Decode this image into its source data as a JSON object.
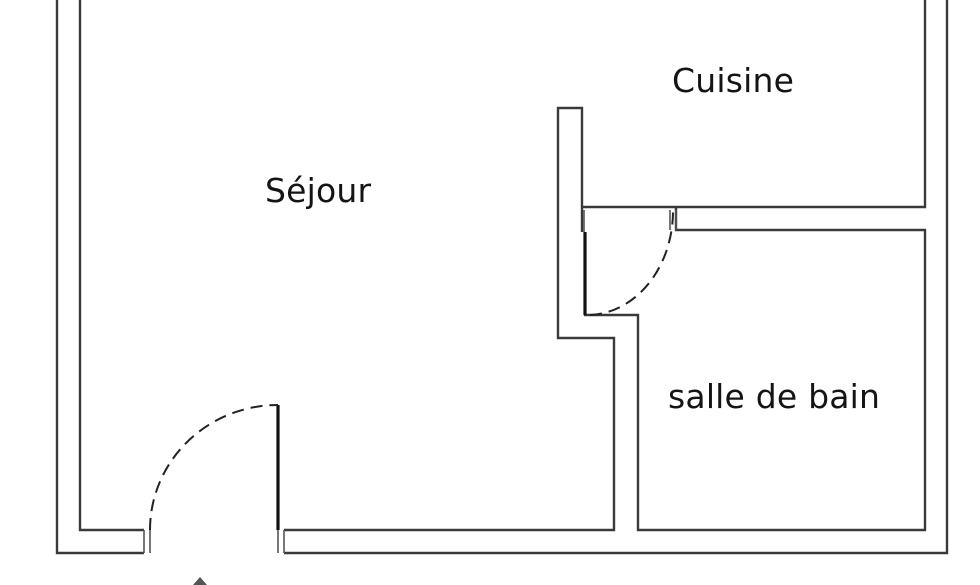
{
  "plan": {
    "type": "floor-plan",
    "colors": {
      "wall": "#3a3a3a",
      "door_leaf": "#111111",
      "background": "#ffffff",
      "text": "#141414"
    }
  },
  "rooms": [
    {
      "id": "sejour",
      "label": "Séjour"
    },
    {
      "id": "cuisine",
      "label": "Cuisine"
    },
    {
      "id": "salle_de_bain",
      "label": "salle de bain"
    }
  ],
  "doors": [
    {
      "id": "entrance",
      "between": [
        "outside",
        "Séjour"
      ],
      "swing": "dashed-arc"
    },
    {
      "id": "bathroom",
      "between": [
        "Cuisine",
        "salle de bain"
      ],
      "swing": "dashed-arc"
    }
  ]
}
